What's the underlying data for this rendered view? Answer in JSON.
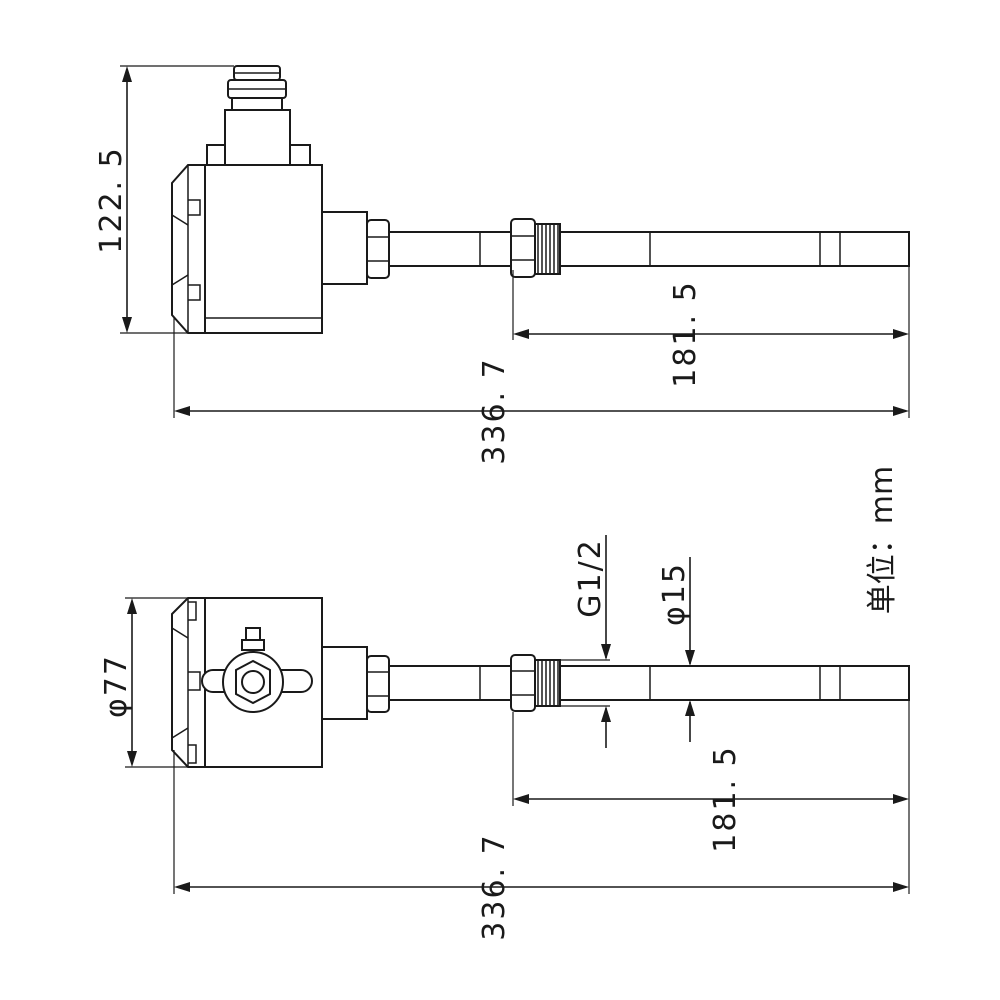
{
  "side_view": {
    "height_dim": "122. 5",
    "pipe_len_dim": "181. 5",
    "total_len_dim": "336. 7"
  },
  "top_view": {
    "diameter_dim": "φ77",
    "thread_dim": "G1/2",
    "pipe_dia_dim": "φ15",
    "pipe_len_dim": "181. 5",
    "total_len_dim": "336. 7"
  },
  "unit_label": "单位：mm",
  "colors": {
    "line": "#1a1a1a",
    "background": "#ffffff"
  }
}
